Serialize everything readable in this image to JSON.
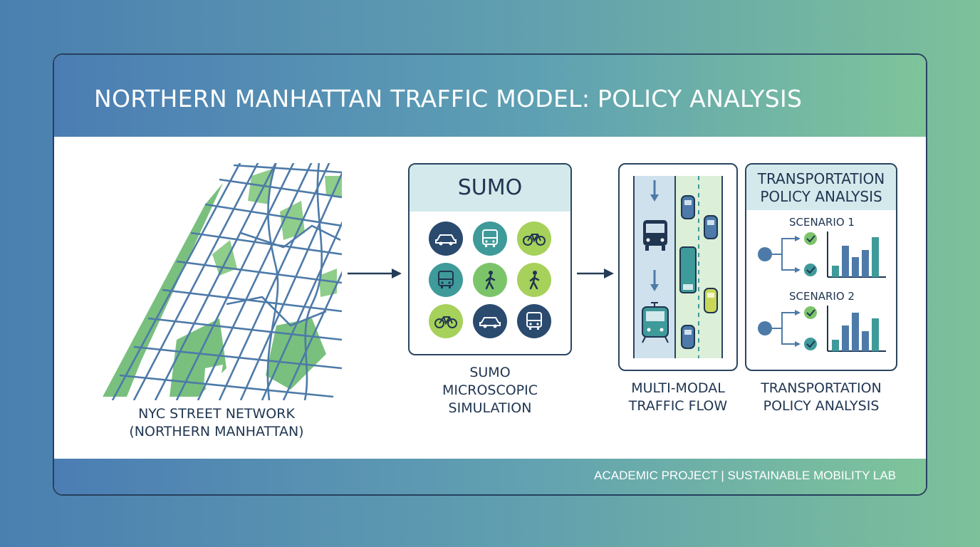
{
  "header": {
    "title": "NORTHERN MANHATTAN TRAFFIC MODEL: POLICY ANALYSIS"
  },
  "captions": {
    "map": "NYC STREET NETWORK\n(NORTHERN MANHATTAN)",
    "sumo": "SUMO\nMICROSCOPIC\nSIMULATION",
    "flow": "MULTI-MODAL\nTRAFFIC FLOW",
    "policy": "TRANSPORTATION\nPOLICY ANALYSIS"
  },
  "sumo_box": {
    "title": "SUMO",
    "icons": [
      "car-icon",
      "bus-icon",
      "bicycle-icon",
      "bus-icon",
      "pedestrian-icon",
      "pedestrian-icon",
      "bicycle-icon",
      "car-icon",
      "bus-icon"
    ]
  },
  "policy_box": {
    "title": "TRANSPORTATION\nPOLICY ANALYSIS",
    "scenario1": "SCENARIO 1",
    "scenario2": "SCENARIO 2"
  },
  "footer": {
    "text": "ACADEMIC PROJECT |  SUSTAINABLE MOBILITY LAB"
  },
  "colors": {
    "navy": "#2a4a6e",
    "teal": "#3f9a9a",
    "green": "#7cc46a",
    "lime": "#a6d15a",
    "pale": "#d3e9ec"
  }
}
